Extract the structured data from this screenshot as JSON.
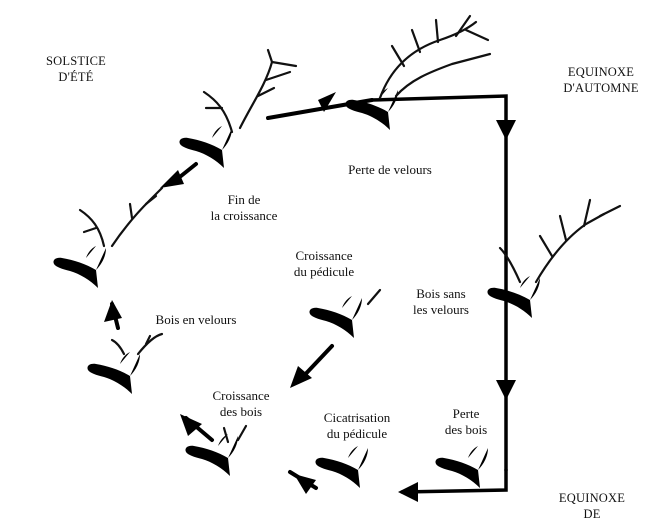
{
  "corners": {
    "summer_solstice": "SOLSTICE\nD'ÉTÉ",
    "autumn_equinox": "EQUINOXE\nD'AUTOMNE",
    "spring_equinox": "EQUINOXE\nDE PRINTEMPS"
  },
  "stages": {
    "end_growth": "Fin de\nla croissance",
    "velvet_loss": "Perte de velours",
    "velvet_antlers": "Bois en velours",
    "pedicle_growth": "Croissance\ndu pédicule",
    "bare_antlers": "Bois sans\nles velours",
    "antler_growth": "Croissance\ndes bois",
    "pedicle_healing": "Cicatrisation\ndu pédicule",
    "antler_loss": "Perte\ndes bois"
  }
}
